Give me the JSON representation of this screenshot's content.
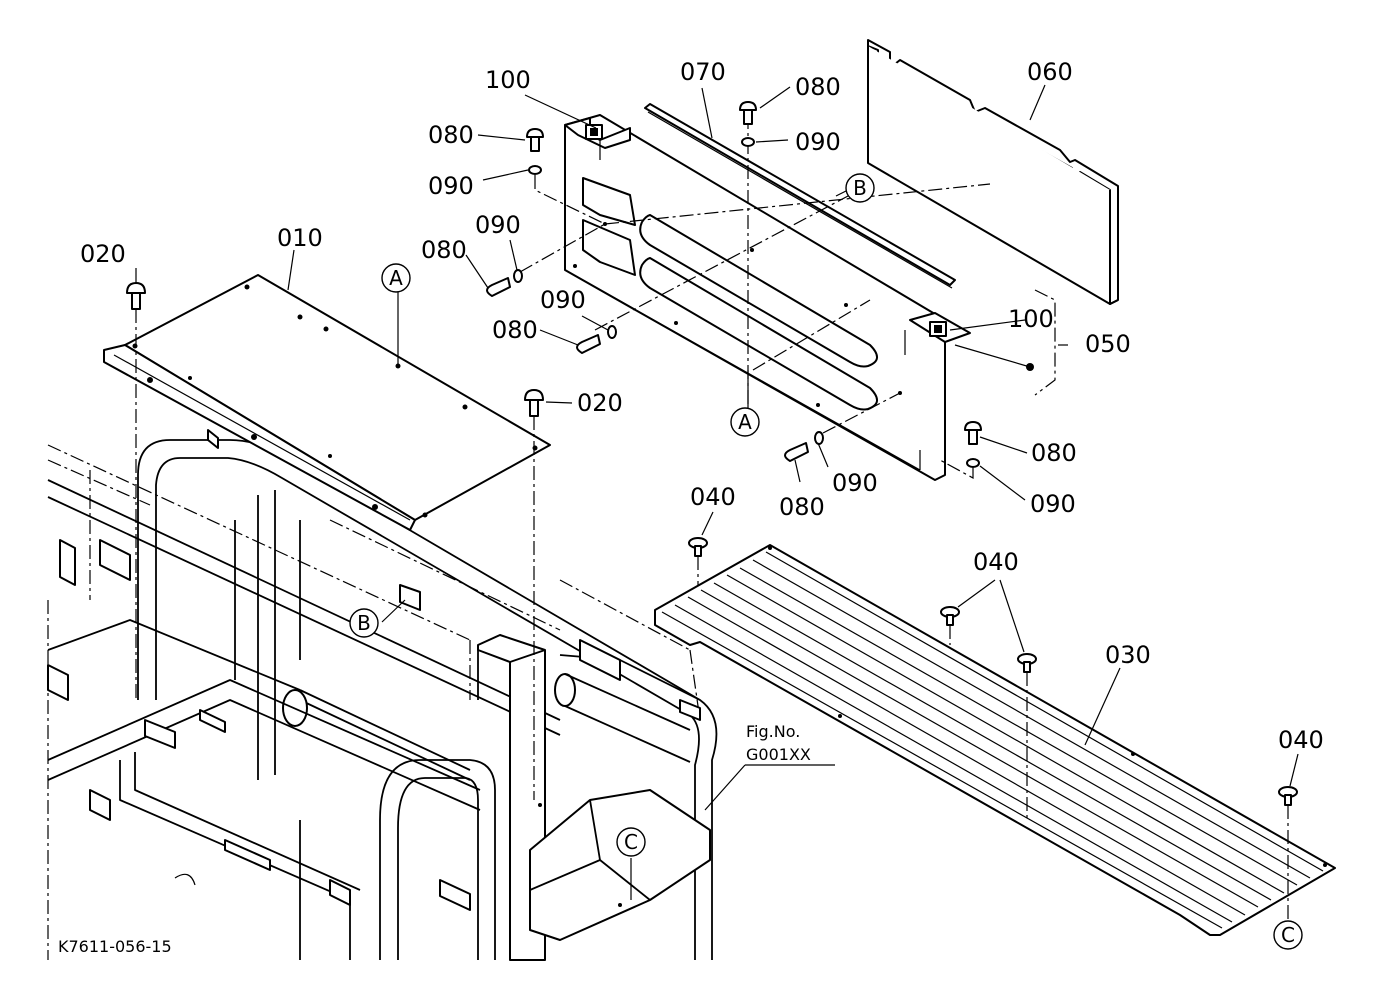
{
  "part_labels": {
    "p010": "010",
    "p020_a": "020",
    "p020_b": "020",
    "p030": "030",
    "p040_a": "040",
    "p040_b": "040",
    "p040_c": "040",
    "p050": "050",
    "p060": "060",
    "p070": "070",
    "p080_a": "080",
    "p080_b": "080",
    "p080_c": "080",
    "p080_d": "080",
    "p080_e": "080",
    "p080_f": "080",
    "p090_a": "090",
    "p090_b": "090",
    "p090_c": "090",
    "p090_d": "090",
    "p090_e": "090",
    "p090_f": "090",
    "p100_a": "100",
    "p100_b": "100"
  },
  "reference_markers": {
    "a_top": "A",
    "a_bottom": "A",
    "b_top": "B",
    "b_bottom": "B",
    "c_top": "C",
    "c_bottom": "C"
  },
  "figure_ref": {
    "line1": "Fig.No.",
    "line2": "G001XX"
  },
  "drawing_code": "K7611-056-15"
}
